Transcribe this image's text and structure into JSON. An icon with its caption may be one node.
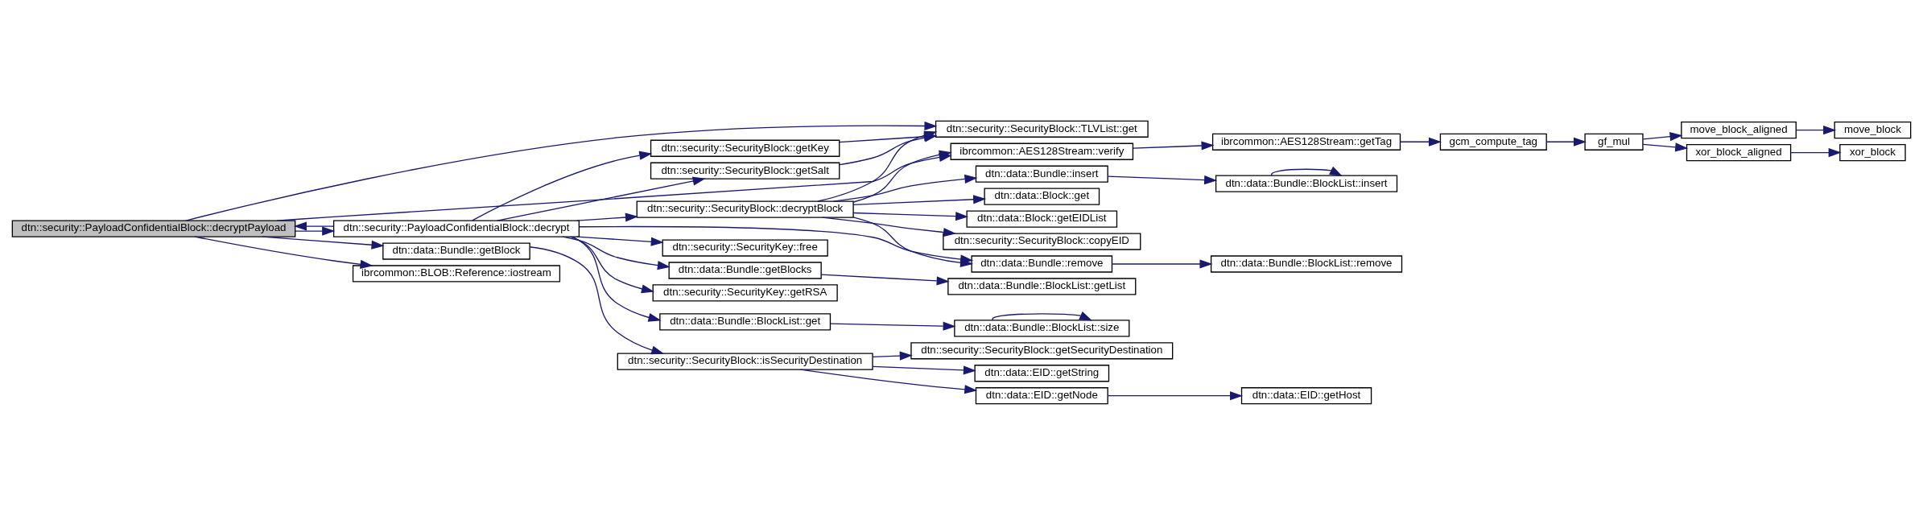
{
  "diagram": {
    "nodes": [
      {
        "text": [
          "dtn::security::PayloadConfidentialBlock::decryptPayload"
        ]
      },
      {
        "text": [
          "dtn::security::PayloadConfidentialBlock::decrypt"
        ]
      },
      {
        "text": [
          "dtn::security::SecurityBlock::TLVList::get"
        ]
      },
      {
        "text": [
          "dtn::security::SecurityBlock::getKey"
        ]
      },
      {
        "text": [
          "dtn::security::SecurityBlock::getSalt"
        ]
      },
      {
        "text": [
          "ibrcommon::AES128Stream::verify"
        ]
      },
      {
        "text": [
          "dtn::security::SecurityBlock::decryptBlock"
        ]
      },
      {
        "text": [
          "dtn::data::Bundle::getBlock"
        ]
      },
      {
        "text": [
          "ibrcommon::BLOB::Reference::iostream"
        ]
      },
      {
        "text": [
          "dtn::security::SecurityKey::free"
        ]
      },
      {
        "text": [
          "dtn::data::Bundle::getBlocks"
        ]
      },
      {
        "text": [
          "dtn::security::SecurityKey::getRSA"
        ]
      },
      {
        "text": [
          "dtn::security::SecurityBlock::isSecurityDestination"
        ]
      },
      {
        "text": [
          "dtn::data::Bundle::BlockList::get"
        ]
      },
      {
        "text": [
          "ibrcommon::AES128Stream::getTag"
        ]
      },
      {
        "text": [
          "dtn::data::Bundle::insert"
        ]
      },
      {
        "text": [
          "dtn::data::Block::get"
        ]
      },
      {
        "text": [
          "dtn::data::Block::getEIDList"
        ]
      },
      {
        "text": [
          "dtn::security::SecurityBlock::copyEID"
        ]
      },
      {
        "text": [
          "dtn::data::Bundle::remove"
        ]
      },
      {
        "text": [
          "dtn::data::Bundle::BlockList::getList"
        ]
      },
      {
        "text": [
          "dtn::security::SecurityBlock::getSecurityDestination"
        ]
      },
      {
        "text": [
          "dtn::data::EID::getString"
        ]
      },
      {
        "text": [
          "dtn::data::EID::getNode"
        ]
      },
      {
        "text": [
          "dtn::data::Bundle::BlockList::size"
        ]
      },
      {
        "text": [
          "gcm_compute_tag"
        ]
      },
      {
        "text": [
          "dtn::data::Bundle::BlockList::insert"
        ]
      },
      {
        "text": [
          "dtn::data::Bundle::BlockList::remove"
        ]
      },
      {
        "text": [
          "dtn::data::EID::getHost"
        ]
      },
      {
        "text": [
          "gf_mul"
        ]
      },
      {
        "text": [
          "move_block_aligned"
        ]
      },
      {
        "text": [
          "xor_block_aligned"
        ]
      },
      {
        "text": [
          "move_block"
        ]
      },
      {
        "text": [
          "xor_block"
        ]
      }
    ],
    "edges": [
      {
        "from": 0,
        "to": 1,
        "arrow": "to"
      },
      {
        "from": 1,
        "to": 0,
        "arrow": "to"
      },
      {
        "from": 0,
        "to": 2,
        "arrow": "to"
      },
      {
        "from": 0,
        "to": 5,
        "arrow": "to"
      },
      {
        "from": 0,
        "to": 7,
        "arrow": "to"
      },
      {
        "from": 0,
        "to": 8,
        "arrow": "to"
      },
      {
        "from": 1,
        "to": 3,
        "arrow": "to"
      },
      {
        "from": 1,
        "to": 4,
        "arrow": "to"
      },
      {
        "from": 1,
        "to": 6,
        "arrow": "to"
      },
      {
        "from": 1,
        "to": 19,
        "arrow": "to"
      },
      {
        "from": 1,
        "to": 9,
        "arrow": "to"
      },
      {
        "from": 1,
        "to": 10,
        "arrow": "to"
      },
      {
        "from": 1,
        "to": 11,
        "arrow": "to"
      },
      {
        "from": 1,
        "to": 13,
        "arrow": "to"
      },
      {
        "from": 3,
        "to": 2,
        "arrow": "to"
      },
      {
        "from": 4,
        "to": 2,
        "arrow": "to"
      },
      {
        "from": 6,
        "to": 2,
        "arrow": "to"
      },
      {
        "from": 6,
        "to": 5,
        "arrow": "to"
      },
      {
        "from": 6,
        "to": 15,
        "arrow": "to"
      },
      {
        "from": 6,
        "to": 16,
        "arrow": "to"
      },
      {
        "from": 6,
        "to": 17,
        "arrow": "to"
      },
      {
        "from": 6,
        "to": 18,
        "arrow": "to"
      },
      {
        "from": 6,
        "to": 19,
        "arrow": "to"
      },
      {
        "from": 7,
        "to": 12,
        "arrow": "to"
      },
      {
        "from": 10,
        "to": 20,
        "arrow": "to"
      },
      {
        "from": 12,
        "to": 21,
        "arrow": "to"
      },
      {
        "from": 12,
        "to": 22,
        "arrow": "to"
      },
      {
        "from": 12,
        "to": 23,
        "arrow": "to"
      },
      {
        "from": 13,
        "to": 24,
        "arrow": "to"
      },
      {
        "from": 24,
        "to": 24,
        "arrow": "to"
      },
      {
        "from": 5,
        "to": 14,
        "arrow": "to"
      },
      {
        "from": 14,
        "to": 25,
        "arrow": "to"
      },
      {
        "from": 15,
        "to": 26,
        "arrow": "to"
      },
      {
        "from": 26,
        "to": 26,
        "arrow": "to"
      },
      {
        "from": 19,
        "to": 27,
        "arrow": "to"
      },
      {
        "from": 23,
        "to": 28,
        "arrow": "to"
      },
      {
        "from": 25,
        "to": 29,
        "arrow": "to"
      },
      {
        "from": 29,
        "to": 30,
        "arrow": "to"
      },
      {
        "from": 29,
        "to": 31,
        "arrow": "to"
      },
      {
        "from": 30,
        "to": 32,
        "arrow": "to"
      },
      {
        "from": 31,
        "to": 33,
        "arrow": "to"
      }
    ]
  }
}
